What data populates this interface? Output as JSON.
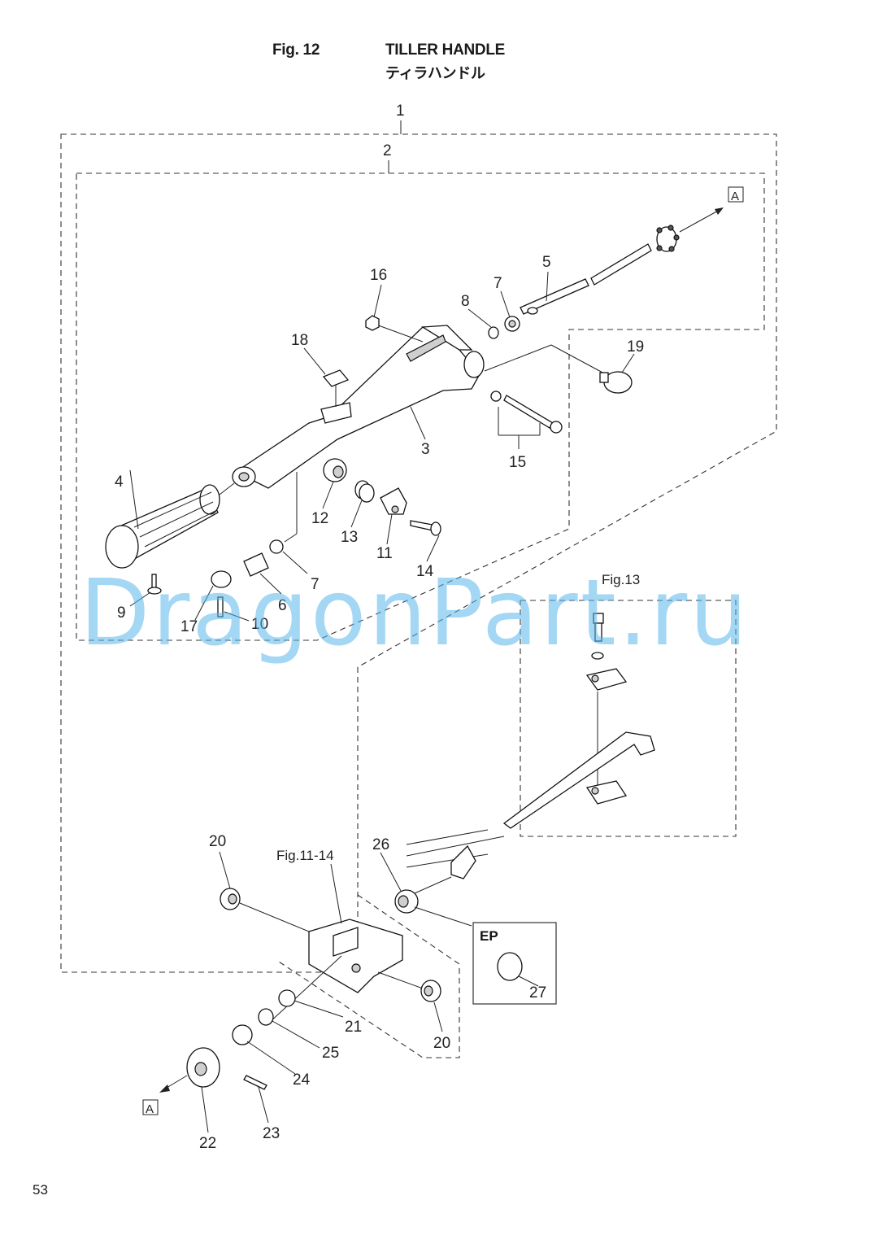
{
  "header": {
    "figure_label": "Fig. 12",
    "title": "TILLER HANDLE",
    "title_jp": "ティラハンドル"
  },
  "page_number": "53",
  "watermark": "DragonPart.ru",
  "references": {
    "fig13": "Fig.13",
    "fig11_14": "Fig.11-14",
    "box_a_top": "A",
    "box_a_bottom": "A",
    "ep": "EP"
  },
  "callouts": {
    "c1": "1",
    "c2": "2",
    "c3": "3",
    "c4": "4",
    "c5": "5",
    "c6": "6",
    "c7a": "7",
    "c7b": "7",
    "c8": "8",
    "c9": "9",
    "c10": "10",
    "c11": "11",
    "c12": "12",
    "c13": "13",
    "c14": "14",
    "c15": "15",
    "c16": "16",
    "c17": "17",
    "c18": "18",
    "c19": "19",
    "c20a": "20",
    "c20b": "20",
    "c21": "21",
    "c22": "22",
    "c23": "23",
    "c24": "24",
    "c25": "25",
    "c26": "26",
    "c27": "27"
  },
  "colors": {
    "line": "#222222",
    "watermark": "#59b7ea",
    "background": "#ffffff"
  }
}
